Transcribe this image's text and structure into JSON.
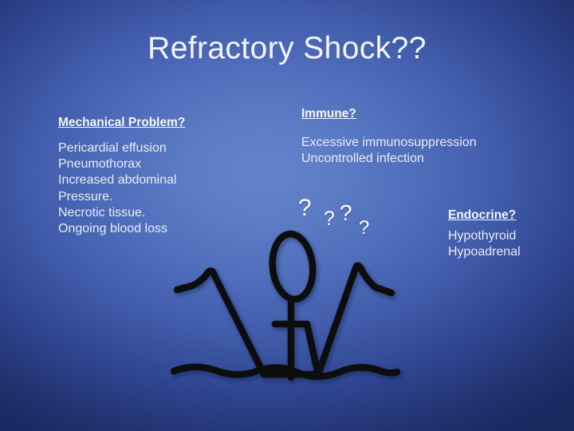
{
  "slide": {
    "title": "Refractory Shock??",
    "background_color_center": "#6483cb",
    "background_color_edge": "#1a2860",
    "text_color": "#eef1f6"
  },
  "blocks": [
    {
      "id": "mechanical",
      "heading": "Mechanical Problem?",
      "lines": [
        "Pericardial effusion",
        "Pneumothorax",
        "Increased abdominal",
        "Pressure.",
        "Necrotic tissue.",
        "Ongoing blood loss"
      ]
    },
    {
      "id": "immune",
      "heading": "Immune?",
      "lines": [
        "Excessive immunosuppression",
        "Uncontrolled infection"
      ]
    },
    {
      "id": "endocrine",
      "heading": "Endocrine?",
      "lines": [
        "Hypothyroid",
        "Hypoadrenal"
      ]
    }
  ],
  "question_marks": [
    {
      "glyph": "?",
      "size": 30
    },
    {
      "glyph": "?",
      "size": 25
    },
    {
      "glyph": "?",
      "size": 28
    },
    {
      "glyph": "?",
      "size": 24
    }
  ],
  "illustration": {
    "name": "drowning-stick-figure",
    "stroke_color": "#101010",
    "parts": [
      "head",
      "body",
      "left-arm",
      "right-arm",
      "torso",
      "waterline"
    ]
  }
}
